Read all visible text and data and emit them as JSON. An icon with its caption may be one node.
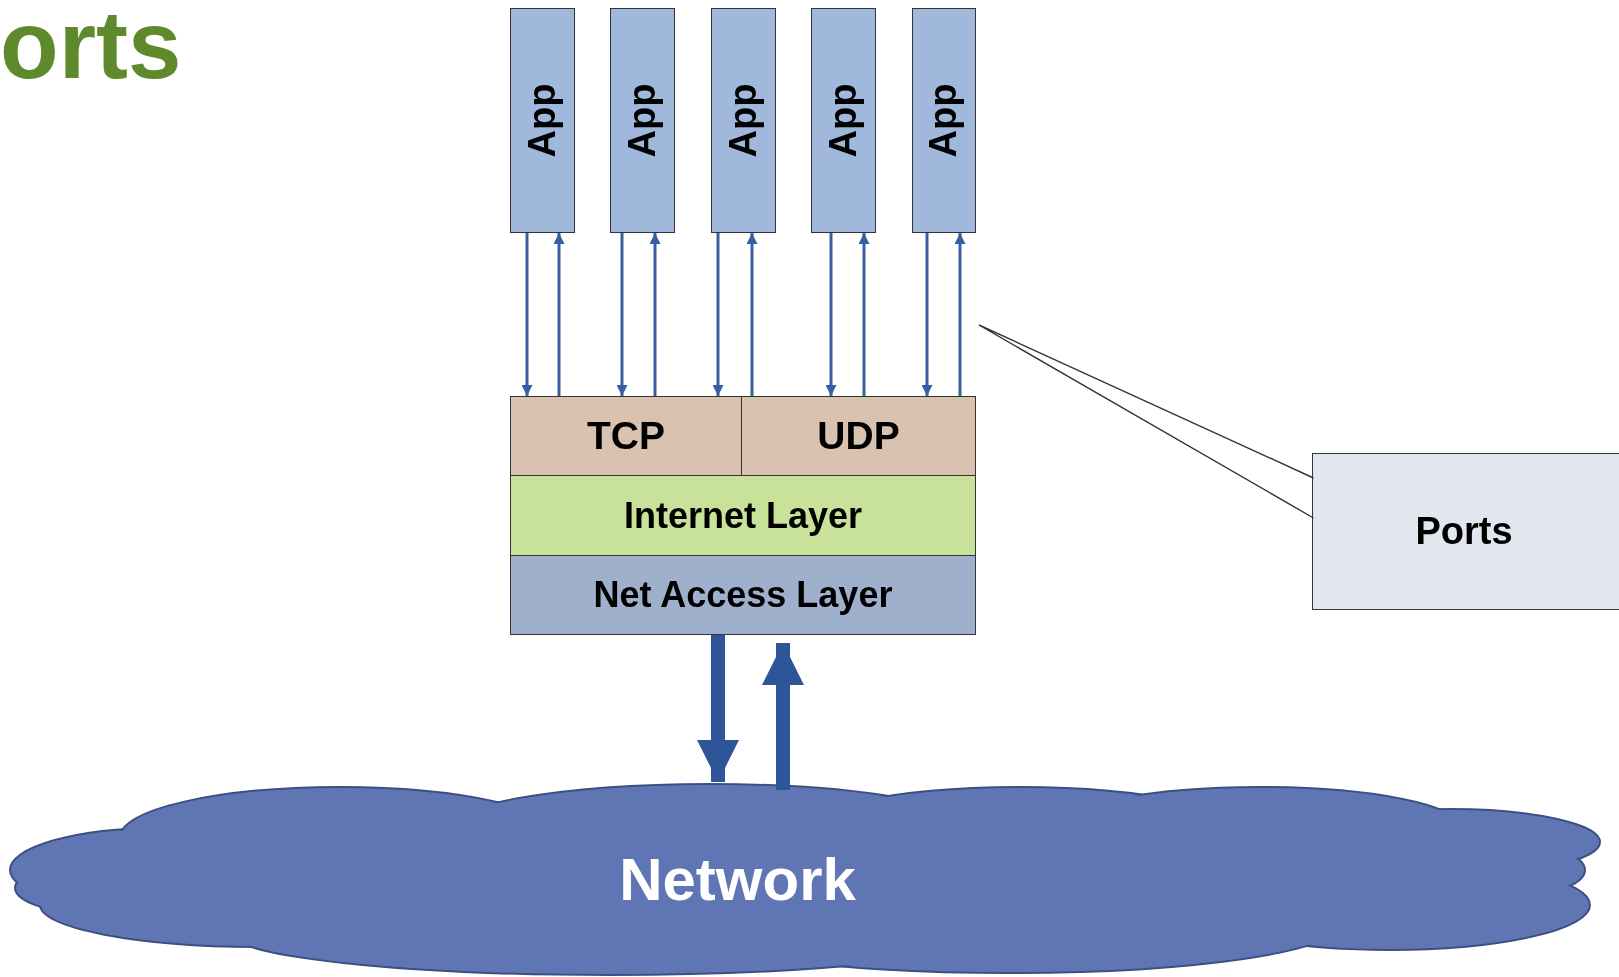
{
  "diagram": {
    "title": "orts",
    "nodes": [
      {
        "text": [
          "App"
        ]
      },
      {
        "text": [
          "App"
        ]
      },
      {
        "text": [
          "App"
        ]
      },
      {
        "text": [
          "App"
        ]
      },
      {
        "text": [
          "App"
        ]
      },
      {
        "text": [
          "TCP"
        ]
      },
      {
        "text": [
          "UDP"
        ]
      },
      {
        "text": [
          "Internet Layer"
        ]
      },
      {
        "text": [
          "Net Access Layer"
        ]
      },
      {
        "text": [
          "Network"
        ]
      },
      {
        "text": [
          "Ports"
        ]
      }
    ],
    "edges": [
      {
        "from": 0,
        "to": 5,
        "arrow": "to"
      },
      {
        "from": 5,
        "to": 0,
        "arrow": "to"
      },
      {
        "from": 1,
        "to": 5,
        "arrow": "to"
      },
      {
        "from": 5,
        "to": 1,
        "arrow": "to"
      },
      {
        "from": 2,
        "to": 5,
        "arrow": "to"
      },
      {
        "from": 6,
        "to": 2,
        "arrow": "to"
      },
      {
        "from": 3,
        "to": 6,
        "arrow": "to"
      },
      {
        "from": 6,
        "to": 3,
        "arrow": "to"
      },
      {
        "from": 4,
        "to": 6,
        "arrow": "to"
      },
      {
        "from": 6,
        "to": 4,
        "arrow": "to"
      },
      {
        "from": 8,
        "to": 9,
        "arrow": "to",
        "style": "thick"
      },
      {
        "from": 9,
        "to": 8,
        "arrow": "to",
        "style": "thick"
      },
      {
        "from": 10,
        "to": null,
        "arrow": "none",
        "color": "#333333"
      }
    ]
  }
}
